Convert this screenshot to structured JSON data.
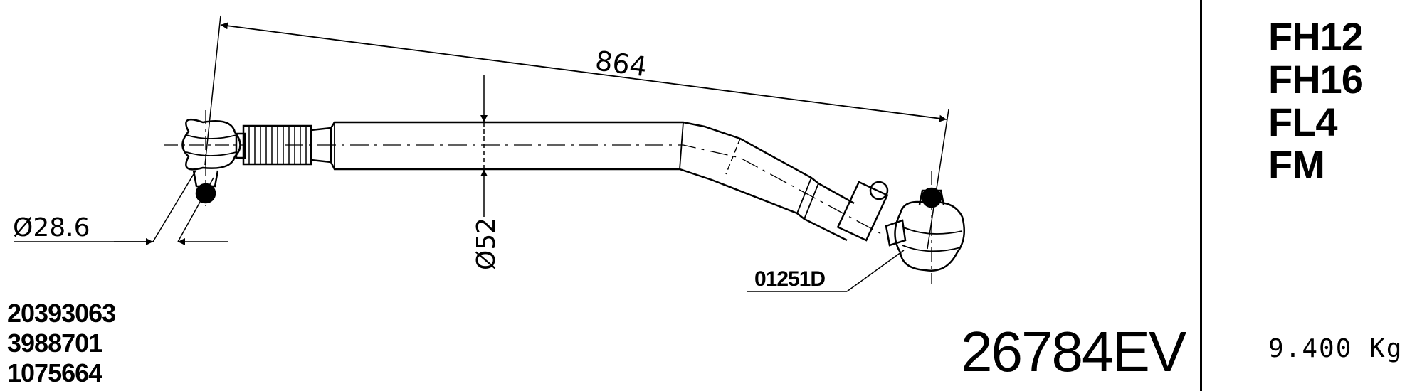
{
  "dimensions": {
    "length": "864",
    "ball_pin_diameter": "Ø28.6",
    "tube_diameter": "Ø52"
  },
  "component_code": "01251D",
  "part_number": "26784EV",
  "oem_references": [
    "20393063",
    "3988701",
    "1075664"
  ],
  "applications": [
    "FH12",
    "FH16",
    "FL4",
    "FM"
  ],
  "weight": "9.400 Kg"
}
